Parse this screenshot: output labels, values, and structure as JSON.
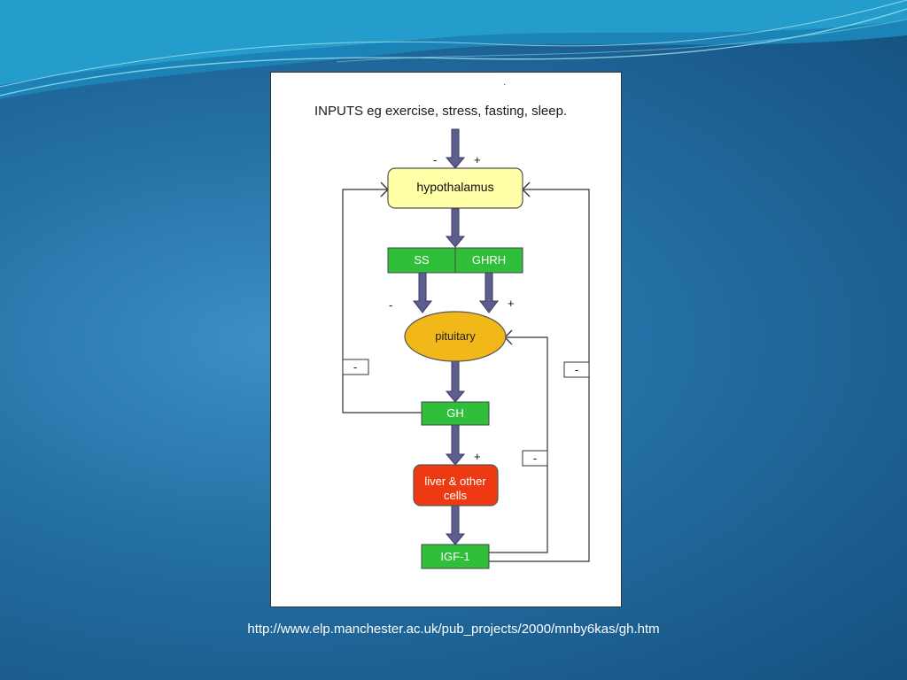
{
  "diagram": {
    "inputs_label": "INPUTS eg exercise, stress, fasting, sleep.",
    "stray_mark": "·",
    "nodes": {
      "hypothalamus": "hypothalamus",
      "ss": "SS",
      "ghrh": "GHRH",
      "pituitary": "pituitary",
      "gh": "GH",
      "liver_line1": "liver & other",
      "liver_line2": "cells",
      "igf1": "IGF-1"
    },
    "signs": {
      "input_minus": "-",
      "input_plus": "+",
      "ss_minus": "-",
      "ghrh_plus": "+",
      "gh_plus": "+",
      "feedback_left": "-",
      "feedback_right": "-",
      "feedback_mid": "-"
    }
  },
  "footer": {
    "source_url": "http://www.elp.manchester.ac.uk/pub_projects/2000/mnby6kas/gh.htm"
  },
  "colors": {
    "hypothalamus_fill": "#ffffa8",
    "green_box": "#2fbf3a",
    "pituitary_fill": "#f2b81a",
    "liver_fill": "#ee3a12",
    "arrow_fill": "#5d5d8f"
  }
}
